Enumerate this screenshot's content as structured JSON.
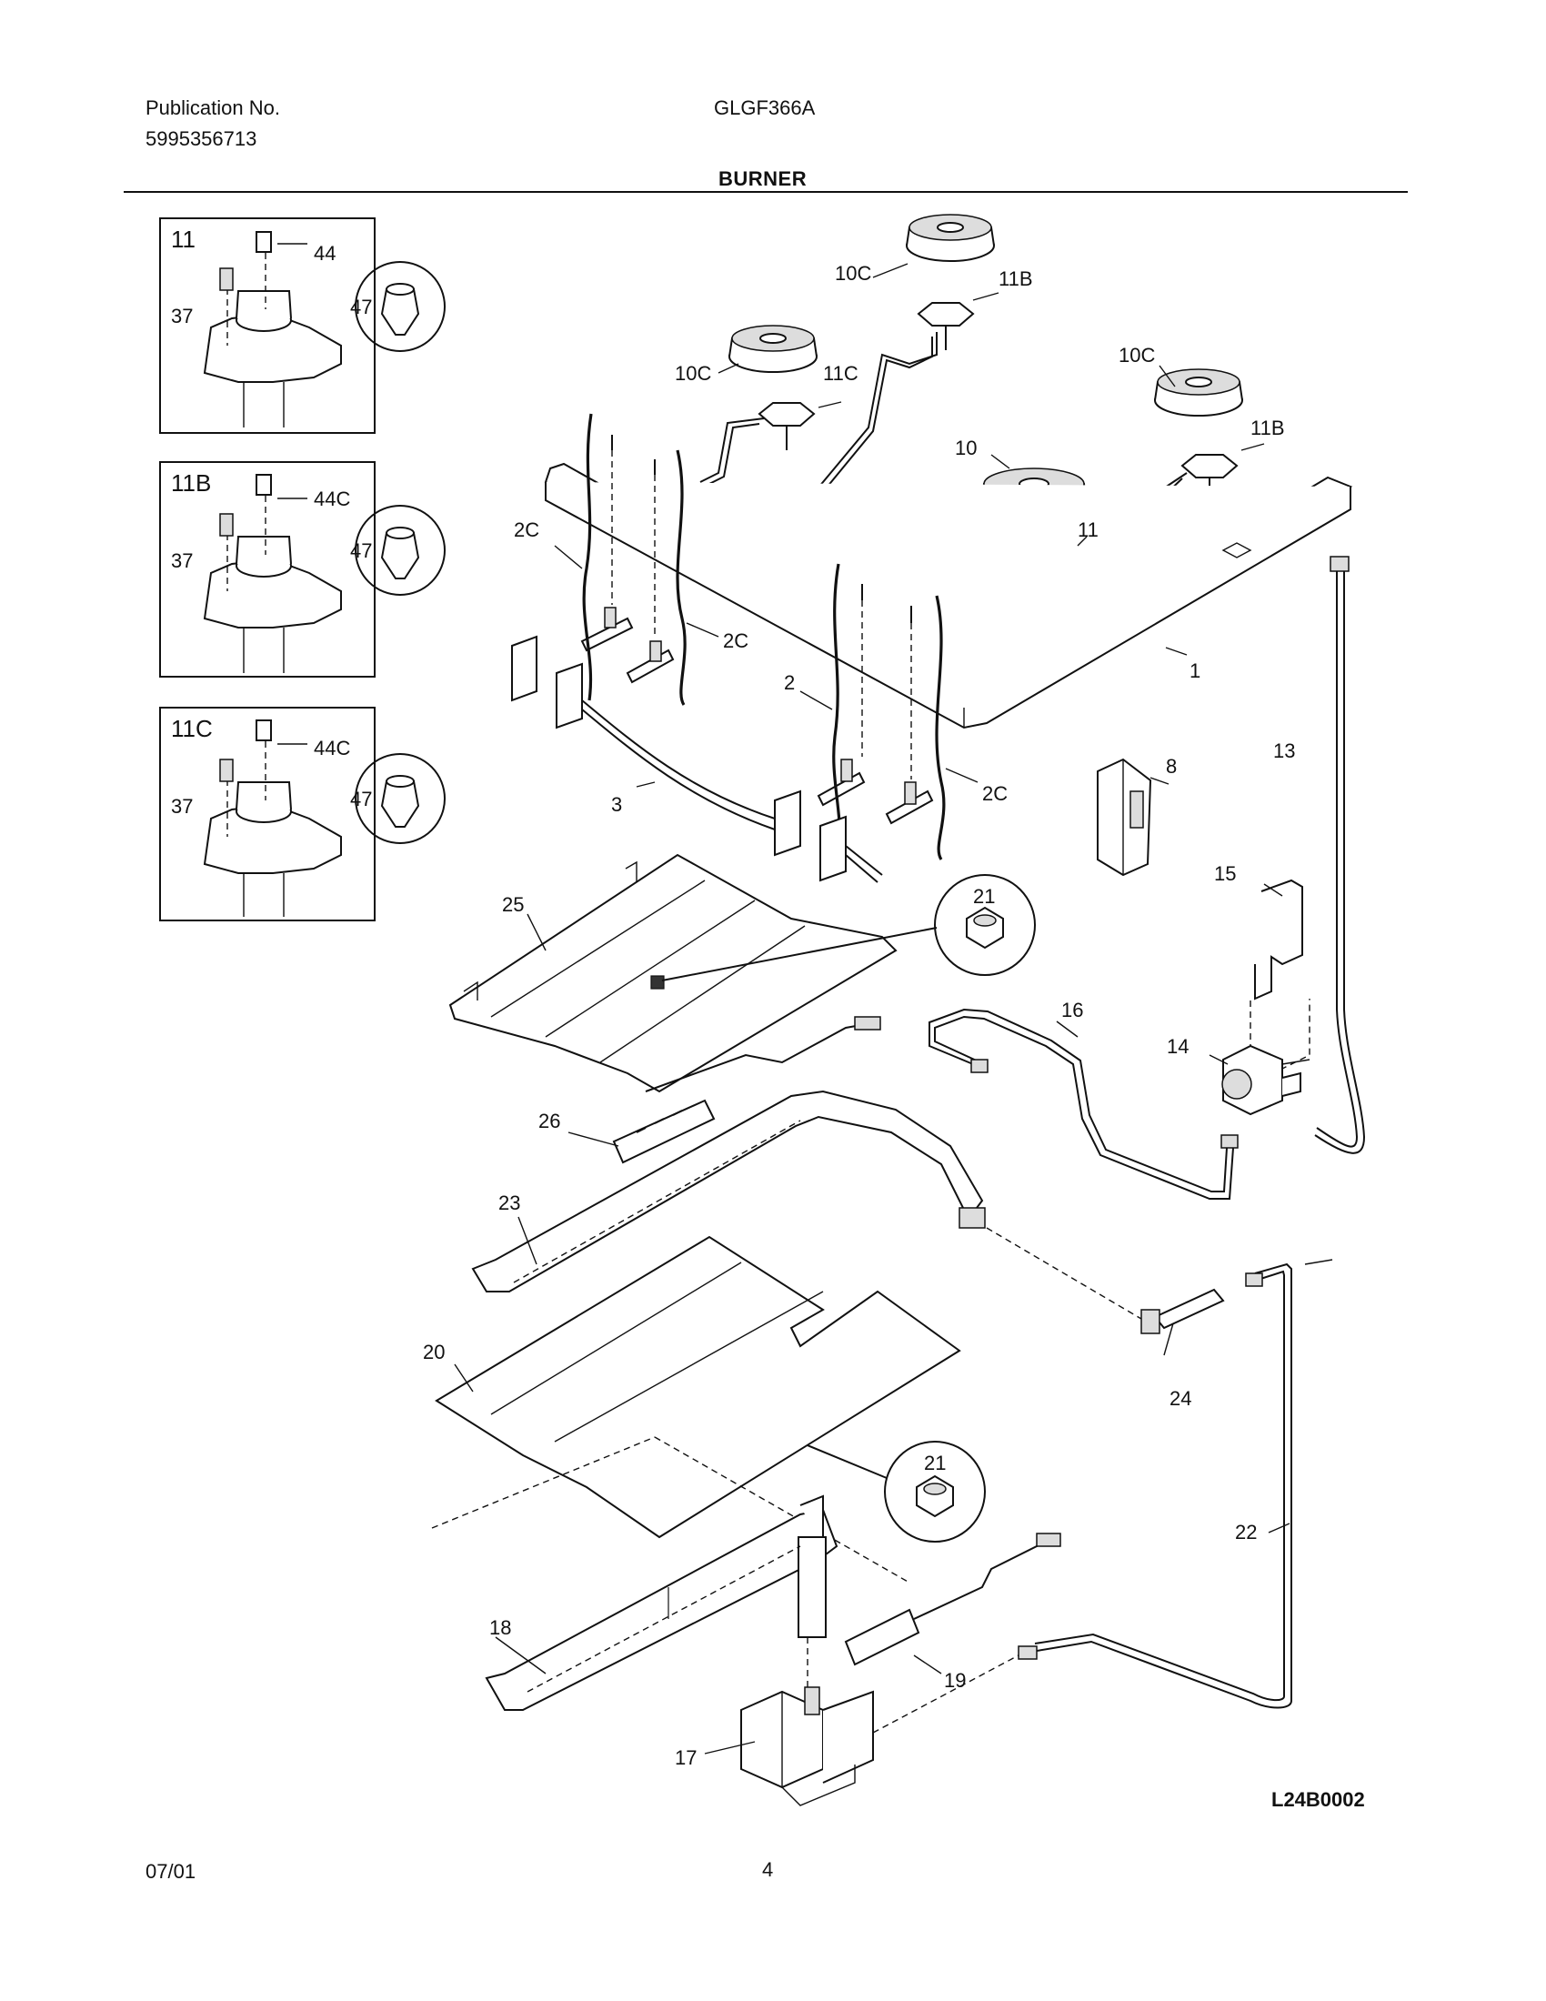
{
  "header": {
    "publication_label": "Publication No.",
    "publication_number": "5995356713",
    "model": "GLGF366A",
    "section_title": "BURNER"
  },
  "diagram_code": "L24B0002",
  "footer": {
    "date": "07/01",
    "page": "4"
  },
  "detail_boxes": [
    {
      "title": "11",
      "labels": {
        "screw": "37",
        "orifice": "44",
        "callout": "47"
      }
    },
    {
      "title": "11B",
      "labels": {
        "screw": "37",
        "orifice": "44C",
        "callout": "47"
      }
    },
    {
      "title": "11C",
      "labels": {
        "screw": "37",
        "orifice": "44C",
        "callout": "47"
      }
    }
  ],
  "callouts": {
    "p1": "1",
    "p2": "2",
    "p2c_a": "2C",
    "p2c_b": "2C",
    "p2c_c": "2C",
    "p3": "3",
    "p8": "8",
    "p10": "10",
    "p10c_a": "10C",
    "p10c_b": "10C",
    "p10c_c": "10C",
    "p11": "11",
    "p11b_a": "11B",
    "p11b_b": "11B",
    "p11c": "11C",
    "p13": "13",
    "p14": "14",
    "p15": "15",
    "p16": "16",
    "p17": "17",
    "p18": "18",
    "p19": "19",
    "p20": "20",
    "p21_a": "21",
    "p21_b": "21",
    "p22": "22",
    "p23": "23",
    "p24": "24",
    "p25": "25",
    "p26": "26"
  }
}
